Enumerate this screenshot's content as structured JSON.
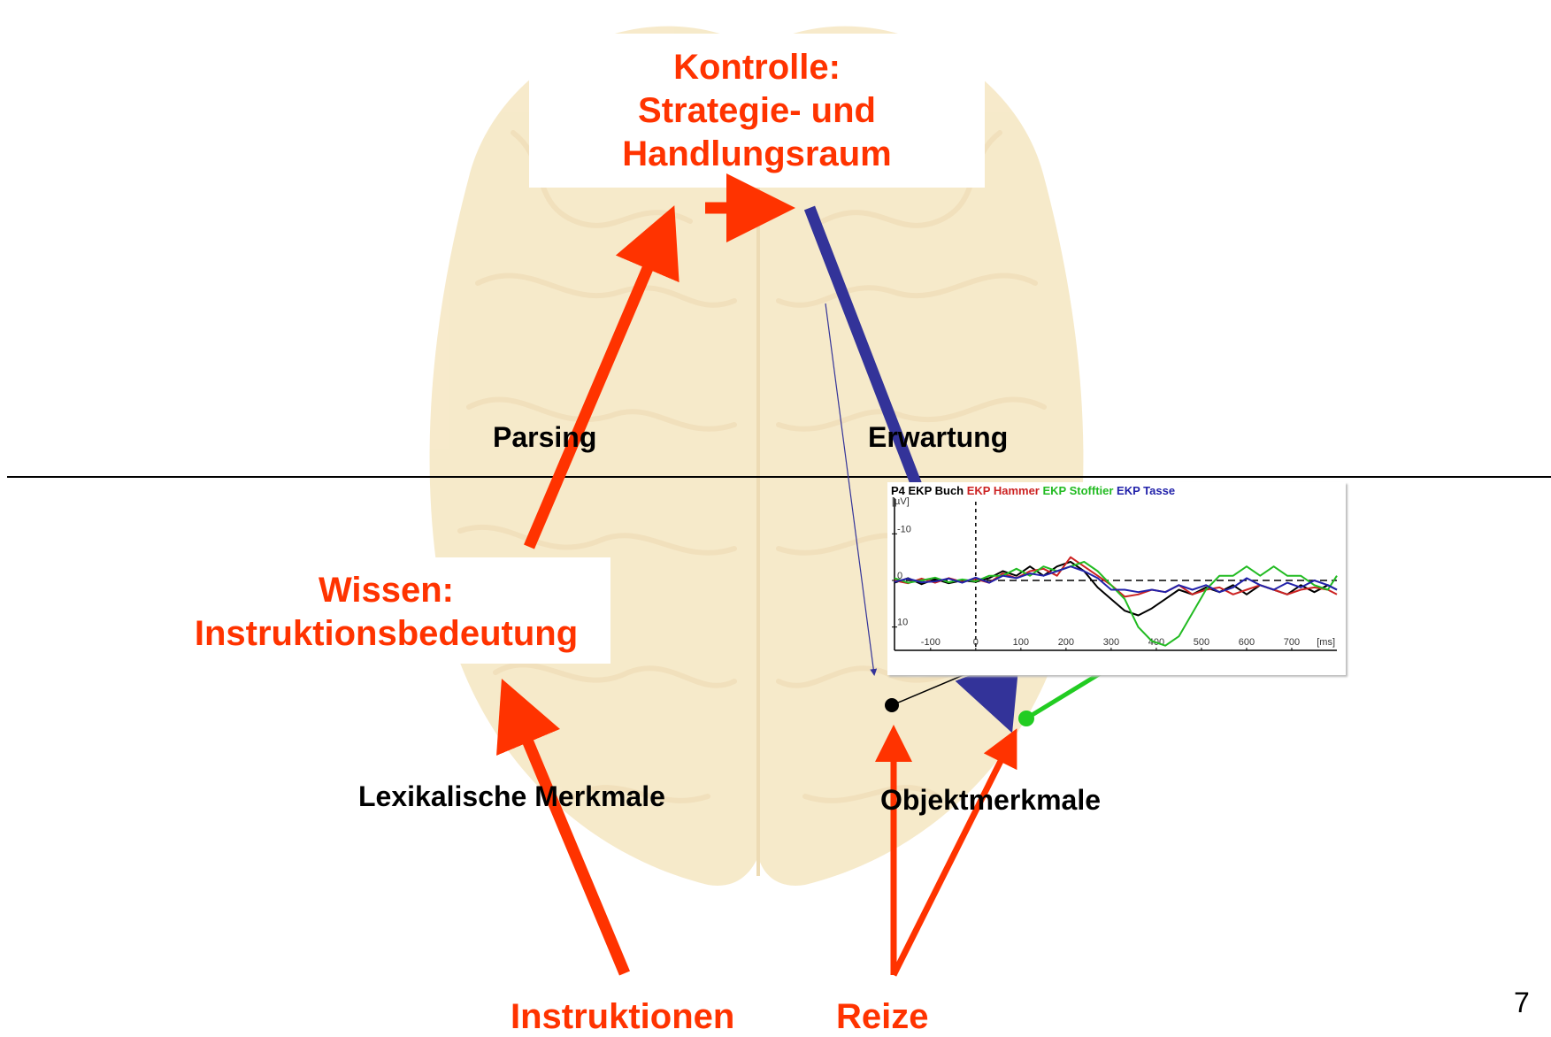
{
  "colors": {
    "accent_red": "#ff3300",
    "arrow_blue": "#333399",
    "green": "#22cc22",
    "brain_tint": "#f5e4b8"
  },
  "top_box": {
    "line1": "Kontrolle:",
    "line2": "Strategie- und",
    "line3": "Handlungsraum"
  },
  "knowledge_box": {
    "line1": "Wissen:",
    "line2": "Instruktionsbedeutung"
  },
  "labels": {
    "parsing": "Parsing",
    "erwartung": "Erwartung",
    "lexikalische": "Lexikalische Merkmale",
    "objektmerkmale": "Objektmerkmale"
  },
  "bottom": {
    "instruktionen": "Instruktionen",
    "reize": "Reize"
  },
  "page_number": "7",
  "chart_data": {
    "type": "line",
    "title_parts": [
      {
        "text": "P4 EKP Buch",
        "color": "#000000"
      },
      {
        "text": " EKP Hammer",
        "color": "#cc2222"
      },
      {
        "text": " EKP Stofftier",
        "color": "#22bb22"
      },
      {
        "text": " EKP Tasse",
        "color": "#2222aa"
      }
    ],
    "ylabel": "[µV]",
    "xlabel_unit": "[ms]",
    "y_inverted": true,
    "ylim": [
      -15,
      15
    ],
    "xlim": [
      -180,
      800
    ],
    "y_ticks": [
      {
        "v": -10,
        "label": "-10"
      },
      {
        "v": 0,
        "label": "0"
      },
      {
        "v": 10,
        "label": "10"
      }
    ],
    "x_ticks": [
      {
        "v": -100,
        "label": "-100"
      },
      {
        "v": 0,
        "label": "0"
      },
      {
        "v": 100,
        "label": "100"
      },
      {
        "v": 200,
        "label": "200"
      },
      {
        "v": 300,
        "label": "300"
      },
      {
        "v": 400,
        "label": "400"
      },
      {
        "v": 500,
        "label": "500"
      },
      {
        "v": 600,
        "label": "600"
      },
      {
        "v": 700,
        "label": "700"
      }
    ],
    "x": [
      -180,
      -150,
      -120,
      -90,
      -60,
      -30,
      0,
      30,
      60,
      90,
      120,
      150,
      180,
      210,
      240,
      270,
      300,
      330,
      360,
      390,
      420,
      450,
      480,
      510,
      540,
      570,
      600,
      630,
      660,
      690,
      720,
      750,
      780,
      800
    ],
    "series": [
      {
        "name": "P4 EKP Buch",
        "color": "#000000",
        "values": [
          0.5,
          -0.5,
          0.8,
          -0.3,
          0.6,
          0,
          0.3,
          -0.5,
          -2,
          -1,
          -3,
          -1,
          -3,
          -4,
          -2,
          1.5,
          4,
          6.5,
          7.5,
          6,
          4,
          2,
          3,
          1.5,
          2.5,
          1,
          3,
          1,
          2,
          3,
          1,
          2.5,
          1,
          2
        ]
      },
      {
        "name": "EKP Hammer",
        "color": "#cc2222",
        "values": [
          0,
          0.6,
          -0.4,
          0.5,
          -0.5,
          0.3,
          -0.3,
          0.5,
          -1.5,
          -0.5,
          -2,
          -2.5,
          -1,
          -5,
          -3,
          -1,
          1,
          3.5,
          3,
          2,
          2.5,
          1,
          3,
          2,
          1.5,
          3,
          2,
          1,
          2,
          3,
          2,
          1.5,
          2,
          3
        ]
      },
      {
        "name": "EKP Stofftier",
        "color": "#22bb22",
        "values": [
          -0.5,
          0.5,
          0,
          -0.6,
          0.4,
          -0.2,
          0.2,
          -1,
          -1,
          -2.5,
          -1,
          -3,
          -2,
          -3,
          -4,
          -2,
          1,
          4,
          10,
          13,
          14,
          12,
          7,
          2,
          -1,
          -1,
          -3,
          -1,
          -3,
          -1,
          -1,
          1,
          2,
          -1
        ]
      },
      {
        "name": "EKP Tasse",
        "color": "#2222aa",
        "values": [
          0.3,
          -0.4,
          0.4,
          0.2,
          -0.4,
          0.5,
          -0.6,
          0.5,
          -1,
          -0.5,
          -1.5,
          -1,
          -2,
          -3,
          -2,
          -0.5,
          2,
          2,
          2.5,
          2,
          2.5,
          1,
          2,
          1,
          2.5,
          1.5,
          -0.5,
          1,
          2,
          0.5,
          1.5,
          0,
          1,
          2
        ]
      }
    ]
  }
}
